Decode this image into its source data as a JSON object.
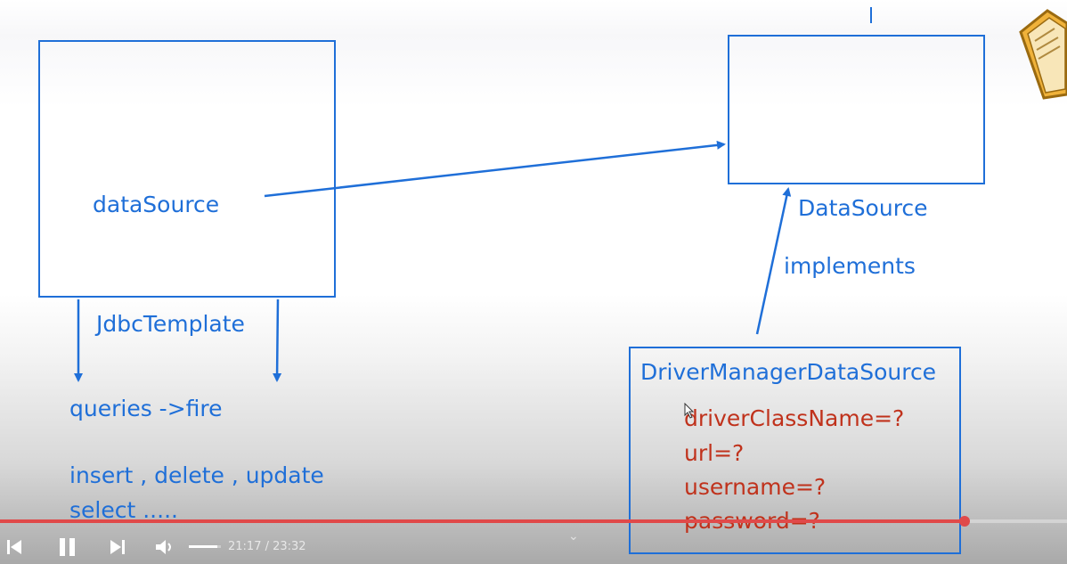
{
  "diagram": {
    "left_box": {
      "label": "dataSource",
      "caption": "JdbcTemplate"
    },
    "right_box": {
      "caption": "DataSource",
      "relation": "implements"
    },
    "queries_label": "queries ->fire",
    "operations_line1": "insert , delete , update",
    "operations_line2": "select .....",
    "impl_box": {
      "title": "DriverManagerDataSource",
      "props": [
        "driverClassName=?",
        "url=?",
        "username=?",
        "password=?"
      ]
    },
    "colors": {
      "blue": "#1f6fd8",
      "red": "#c0321c"
    }
  },
  "player": {
    "current_time": "21:17",
    "duration": "23:32",
    "time_display": "21:17 / 23:32",
    "progress": 0.904,
    "volume_level": 0.9,
    "accent": "#e04a4a"
  }
}
